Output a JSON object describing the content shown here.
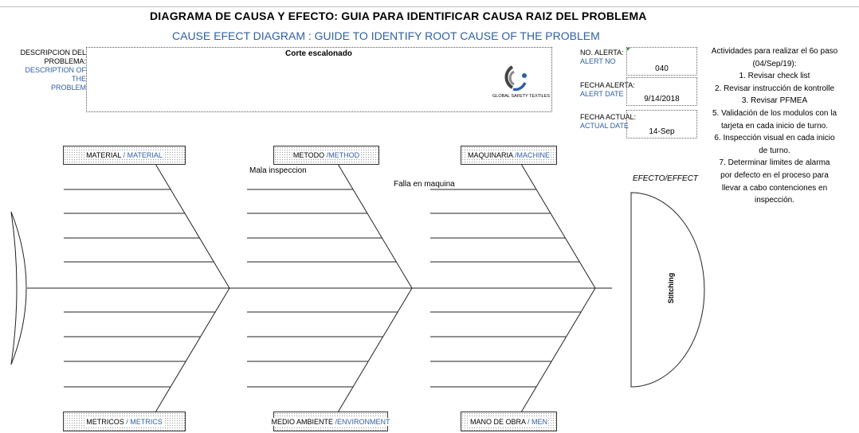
{
  "header": {
    "title_es": "DIAGRAMA DE CAUSA Y EFECTO: GUIA PARA IDENTIFICAR CAUSA RAIZ DEL PROBLEMA",
    "title_en": "CAUSE EFECT DIAGRAM : GUIDE TO IDENTIFY ROOT CAUSE OF THE PROBLEM"
  },
  "problem": {
    "label_es_1": "DESCRIPCION DEL",
    "label_es_2": "PROBLEMA",
    "label_en_1": "DESCRIPTION OF THE",
    "label_en_2": "PROBLEM",
    "value": "Corte  escalonado",
    "logo_text": "GLOBAL SAFETY TEXTILES"
  },
  "alert": {
    "no_label_es": "NO. ALERTA:",
    "no_label_en": "ALERT NO",
    "no_value": "040",
    "date_label_es": "FECHA ALERTA:",
    "date_label_en": "ALERT DATE",
    "date_value": "9/14/2018",
    "current_label_es": "FECHA ACTUAL:",
    "current_label_en": "ACTUAL DATE",
    "current_value": "14-Sep"
  },
  "categories": {
    "material_es": "MATERIAL",
    "material_en": "/ MATERIAL",
    "metodo_es": "METODO",
    "metodo_en": "/METHOD",
    "maquinaria_es": "MAQUINARIA",
    "maquinaria_en": "/MACHINE",
    "metricos_es": "METRICOS",
    "metricos_en": "/ METRICS",
    "medio_es": "MEDIO AMBIENTE",
    "medio_en": "/ENVIRONMENT",
    "mano_es": "MANO DE OBRA",
    "mano_en": "/ MEN"
  },
  "causes": {
    "metodo_1": "Mala inspeccion",
    "maquinaria_1": "Falla en maquina"
  },
  "effect": {
    "label": "EFECTO/EFFECT",
    "value": "Stitching"
  },
  "activities": {
    "header_1": "Actividades para realizar el 6o paso",
    "header_2": "(04/Sep/19):",
    "item_1": "1. Revisar  check list",
    "item_2": "2. Revisar instrucción de kontrolle",
    "item_3": "3. Revisar PFMEA",
    "item_5a": "5. Validación de los modulos con la",
    "item_5b": "tarjeta en cada inicio de turno.",
    "item_6a": "6. Inspección visual en cada inicio",
    "item_6b": "de turno.",
    "item_7a": "7. Determinar limites de alarma",
    "item_7b": "por defecto en el proceso para",
    "item_7c": "llevar a cabo contenciones en",
    "item_7d": "inspección."
  }
}
